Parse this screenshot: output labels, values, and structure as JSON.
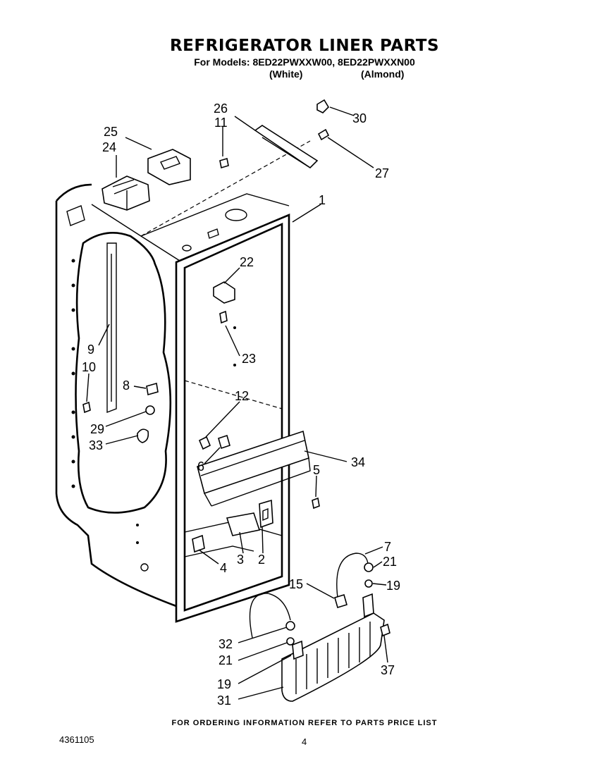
{
  "header": {
    "title": "REFRIGERATOR LINER PARTS",
    "models": "For Models: 8ED22PWXXW00, 8ED22PWXXN00",
    "color_white": "(White)",
    "color_almond": "(Almond)"
  },
  "callouts": {
    "c1": "1",
    "c2": "2",
    "c3": "3",
    "c4": "4",
    "c5": "5",
    "c6": "6",
    "c7": "7",
    "c8": "8",
    "c9": "9",
    "c10": "10",
    "c11": "11",
    "c12": "12",
    "c15": "15",
    "c19a": "19",
    "c19b": "19",
    "c21a": "21",
    "c21b": "21",
    "c22": "22",
    "c23": "23",
    "c24": "24",
    "c25": "25",
    "c26": "26",
    "c27": "27",
    "c29": "29",
    "c30": "30",
    "c31": "31",
    "c32": "32",
    "c33": "33",
    "c34": "34",
    "c37": "37"
  },
  "footer": {
    "ordering_note": "FOR ORDERING INFORMATION REFER TO PARTS PRICE LIST",
    "doc_number": "4361105",
    "page_number": "4"
  }
}
